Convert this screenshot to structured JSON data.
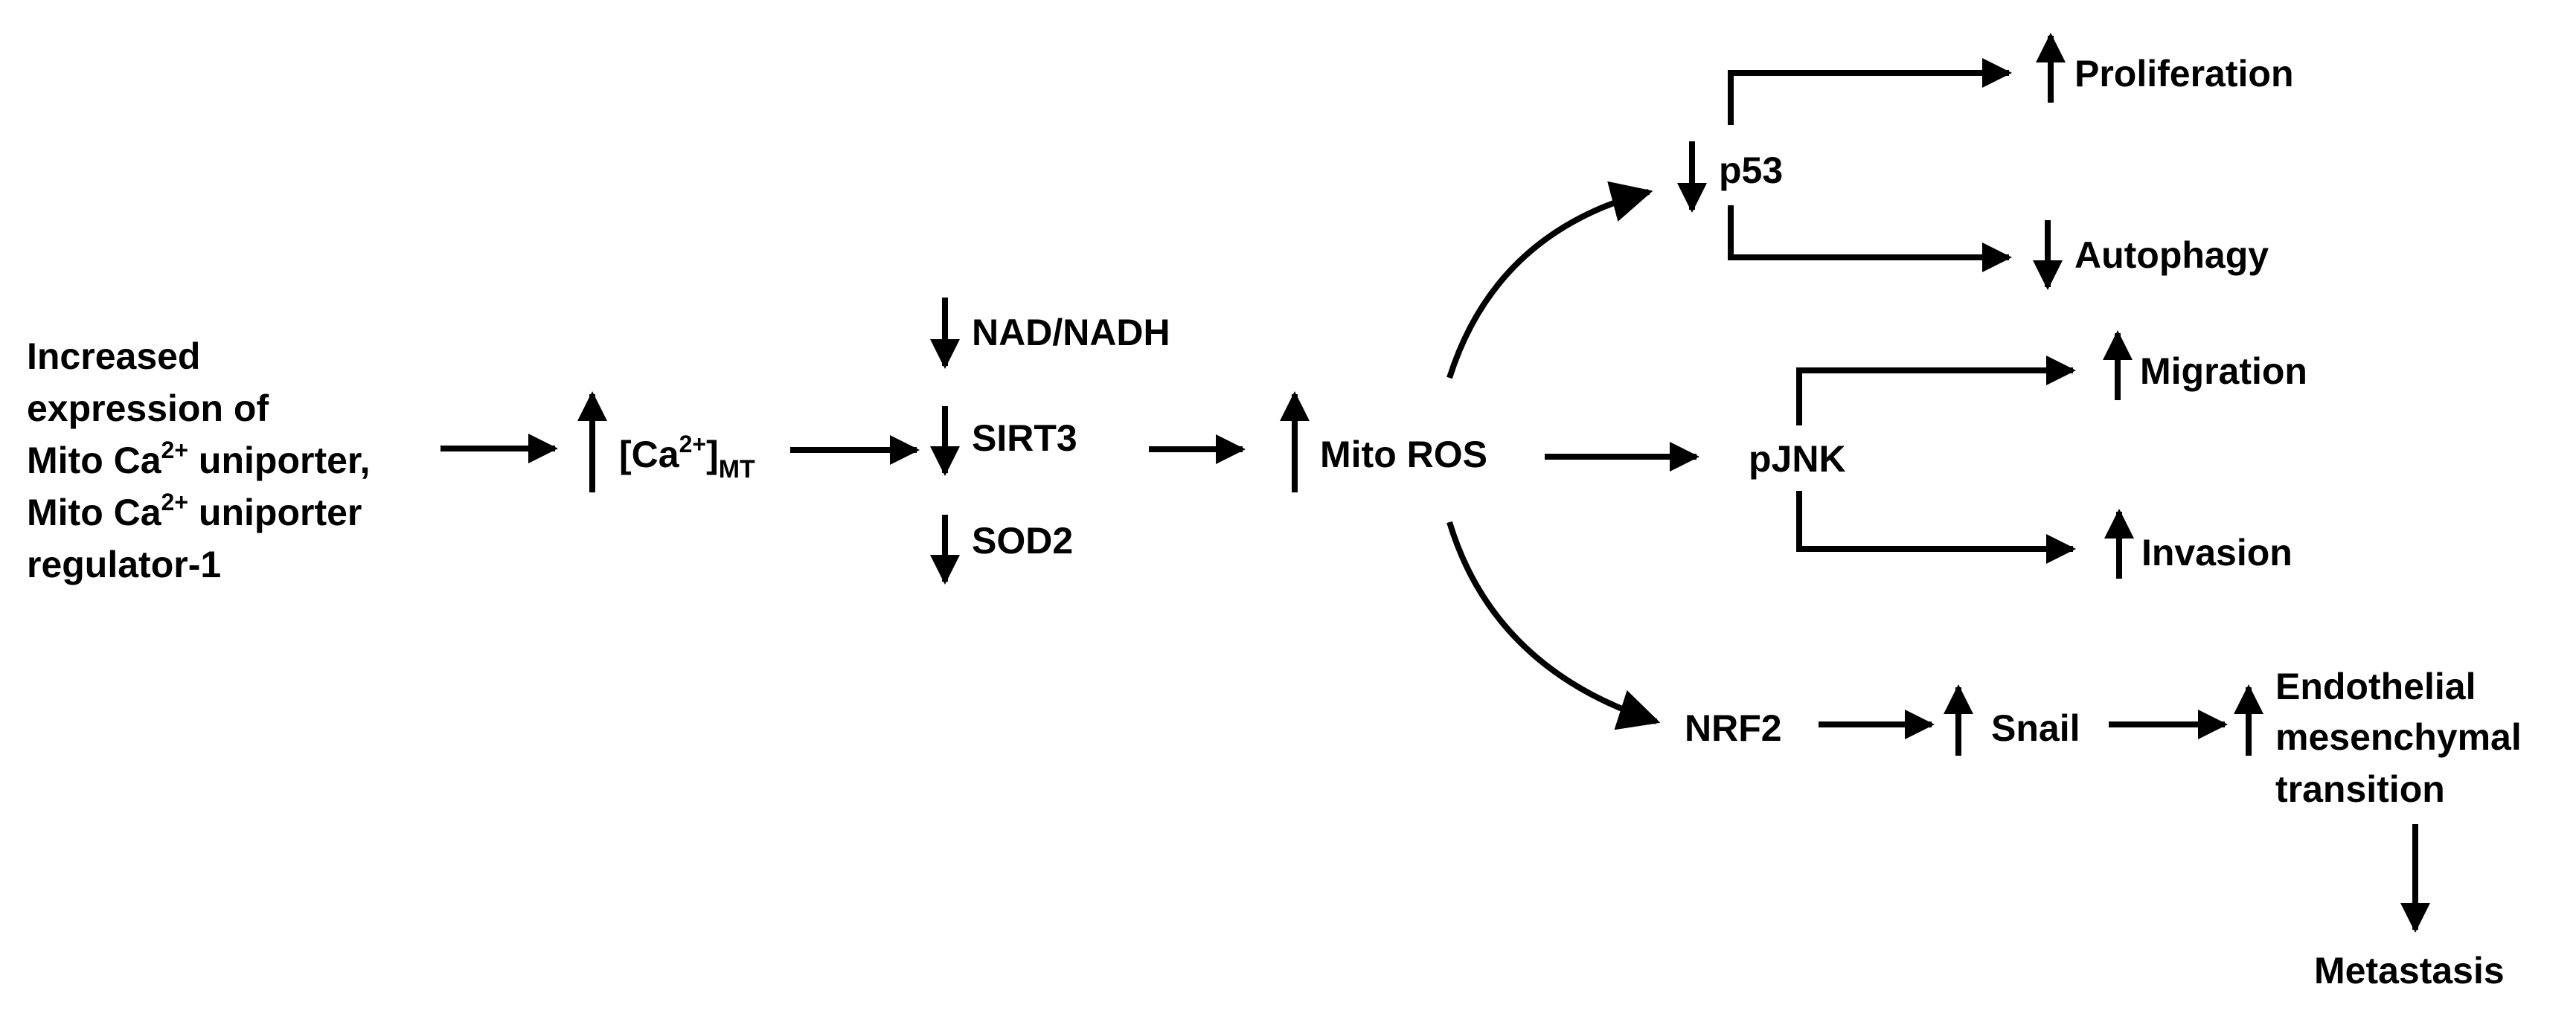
{
  "source": {
    "line1": "Increased",
    "line2": "expression of",
    "line3_a": "Mito Ca",
    "line3_sup": "2+",
    "line3_b": " uniporter,",
    "line4_a": "Mito Ca",
    "line4_sup": "2+",
    "line4_b": " uniporter",
    "line5": "regulator-1"
  },
  "calcium": {
    "open": "[Ca",
    "sup": "2+",
    "close": "]",
    "sub": "MT",
    "direction": "up"
  },
  "nad": {
    "label": "NAD/NADH",
    "direction": "down"
  },
  "sirt3": {
    "label": "SIRT3",
    "direction": "down"
  },
  "sod2": {
    "label": "SOD2",
    "direction": "down"
  },
  "mito_ros": {
    "label": "Mito ROS",
    "direction": "up"
  },
  "p53": {
    "label": "p53",
    "direction": "down"
  },
  "proliferation": {
    "label": "Proliferation",
    "direction": "up"
  },
  "autophagy": {
    "label": "Autophagy",
    "direction": "down"
  },
  "pjnk": {
    "label": "pJNK"
  },
  "migration": {
    "label": "Migration",
    "direction": "up"
  },
  "invasion": {
    "label": "Invasion",
    "direction": "up"
  },
  "nrf2": {
    "label": "NRF2"
  },
  "snail": {
    "label": "Snail",
    "direction": "up"
  },
  "emt": {
    "line1": "Endothelial",
    "line2": "mesenchymal",
    "line3": "transition",
    "direction": "up"
  },
  "metastasis": {
    "label": "Metastasis"
  },
  "colors": {
    "ink": "#000000",
    "background": "#ffffff"
  }
}
